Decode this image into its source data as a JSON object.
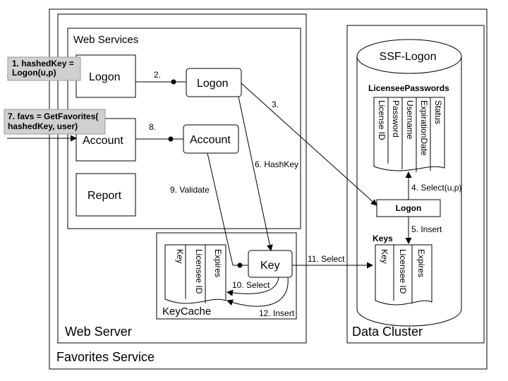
{
  "containers": {
    "favorites_service": "Favorites Service",
    "web_server": "Web Server",
    "web_services": "Web Services",
    "data_cluster": "Data Cluster"
  },
  "components": {
    "logon_service": "Logon",
    "account_service": "Account",
    "report_service": "Report",
    "logon_impl": "Logon",
    "account_impl": "Account",
    "key_impl": "Key",
    "logon_db": "Logon",
    "keycache_label": "KeyCache"
  },
  "database": {
    "name": "SSF-Logon",
    "tables": [
      {
        "name": "LicenseePasswords",
        "columns": [
          "License ID",
          "Password",
          "Username",
          "ExpirationDate",
          "Status"
        ]
      },
      {
        "name": "Keys",
        "columns": [
          "Key",
          "Licensee ID",
          "Expires"
        ]
      }
    ]
  },
  "keycache": {
    "columns": [
      "Key",
      "Licensee ID",
      "Expires"
    ]
  },
  "callouts": {
    "c1": [
      "1. hashedKey =",
      "Logon(u,p)"
    ],
    "c7": [
      "7. favs = GetFavorites(",
      "hashedKey, user)"
    ]
  },
  "steps": {
    "s2": "2.",
    "s3": "3.",
    "s4": "4. Select(u,p)",
    "s5": "5. Insert",
    "s6": "6. HashKey",
    "s8": "8.",
    "s9": "9. Validate",
    "s10": "10. Select",
    "s11": "11. Select",
    "s12": "12. Insert"
  },
  "colors": {
    "callout_bg": "#d0d0d0",
    "line": "#000000"
  }
}
